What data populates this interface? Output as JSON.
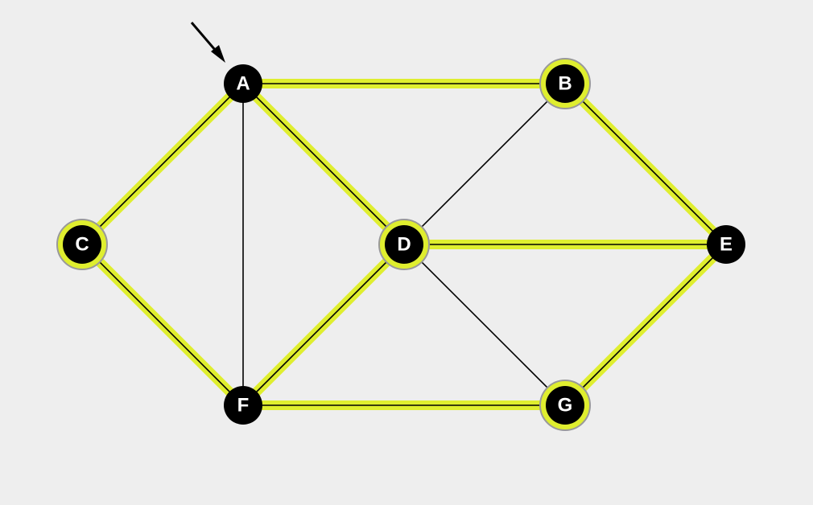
{
  "graph": {
    "nodes": [
      {
        "id": "A",
        "label": "A",
        "highlighted": false
      },
      {
        "id": "B",
        "label": "B",
        "highlighted": true
      },
      {
        "id": "C",
        "label": "C",
        "highlighted": true
      },
      {
        "id": "D",
        "label": "D",
        "highlighted": true
      },
      {
        "id": "E",
        "label": "E",
        "highlighted": false
      },
      {
        "id": "F",
        "label": "F",
        "highlighted": false
      },
      {
        "id": "G",
        "label": "G",
        "highlighted": true
      }
    ],
    "edges": [
      {
        "from": "A",
        "to": "B",
        "highlighted": true
      },
      {
        "from": "A",
        "to": "C",
        "highlighted": true
      },
      {
        "from": "A",
        "to": "D",
        "highlighted": true
      },
      {
        "from": "A",
        "to": "F",
        "highlighted": false
      },
      {
        "from": "B",
        "to": "D",
        "highlighted": false
      },
      {
        "from": "B",
        "to": "E",
        "highlighted": true
      },
      {
        "from": "C",
        "to": "F",
        "highlighted": true
      },
      {
        "from": "D",
        "to": "E",
        "highlighted": true
      },
      {
        "from": "D",
        "to": "F",
        "highlighted": true
      },
      {
        "from": "D",
        "to": "G",
        "highlighted": false
      },
      {
        "from": "E",
        "to": "G",
        "highlighted": true
      },
      {
        "from": "F",
        "to": "G",
        "highlighted": true
      }
    ],
    "start_node": "A"
  },
  "colors": {
    "background": "#eeeeee",
    "highlight": "#dfee2f",
    "edge": "#000000",
    "node_fill": "#000000",
    "node_label": "#ffffff",
    "node_ring": "#999999"
  }
}
